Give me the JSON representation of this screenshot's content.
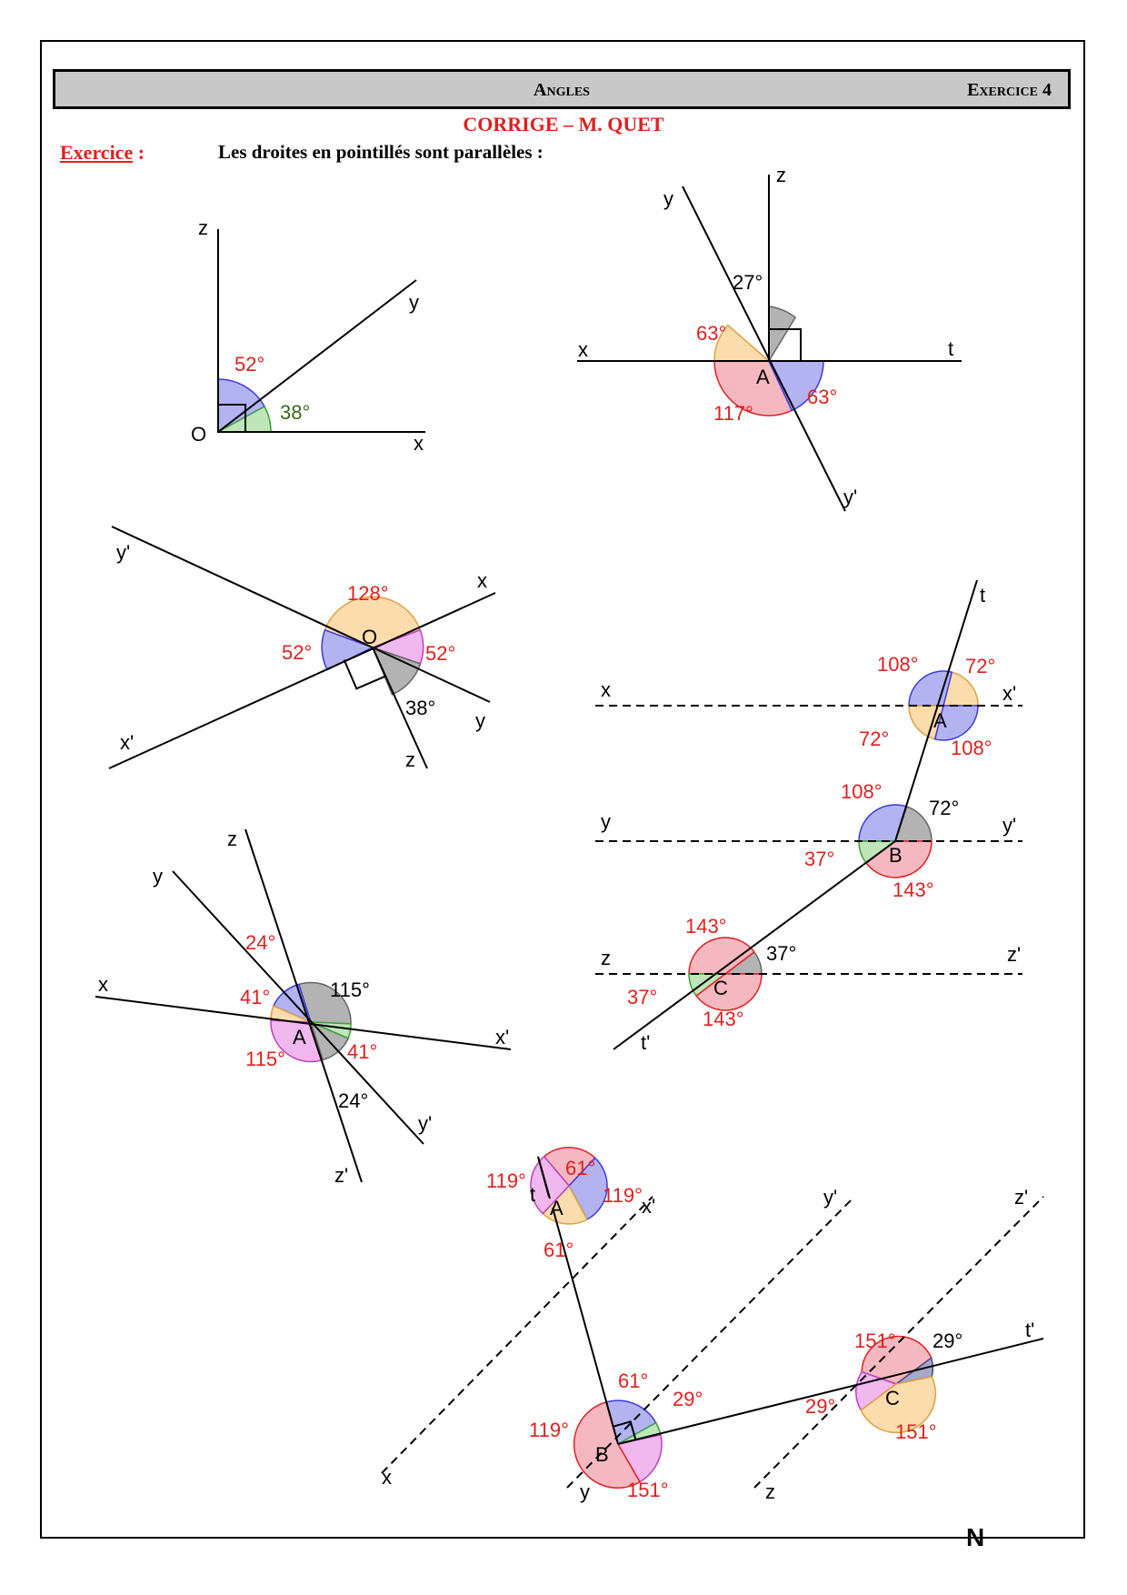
{
  "header": {
    "title": "Angles",
    "exercise": "Exercice 4"
  },
  "subtitle": "CORRIGE – M. QUET",
  "exercise_label": "Exercice",
  "exercise_colon": ":",
  "instruction": "Les droites en pointillés sont parallèles :",
  "colors": {
    "red": "#e02020",
    "blue": "#b3b3f2",
    "green": "#bfe6b8",
    "orange": "#fbdcac",
    "pink": "#f6b8c0",
    "violet": "#f0b8ee",
    "gray": "#b3b3b3",
    "darkgreen": "#3a6a1a"
  },
  "fig1": {
    "z": "z",
    "y": "y",
    "x": "x",
    "o": "O",
    "a52": "52°",
    "a38": "38°"
  },
  "fig2": {
    "z": "z",
    "y": "y",
    "x": "x",
    "t": "t",
    "y2": "y'",
    "a": "A",
    "a27": "27°",
    "a63a": "63°",
    "a63b": "63°",
    "a117": "117°"
  },
  "fig3": {
    "y2": "y'",
    "x": "x",
    "x2": "x'",
    "y": "y",
    "z": "z",
    "o": "O",
    "a128": "128°",
    "a52a": "52°",
    "a52b": "52°",
    "a38": "38°"
  },
  "fig4": {
    "t": "t",
    "x": "x",
    "x2": "x'",
    "y": "y",
    "y2": "y'",
    "z": "z",
    "z2": "z'",
    "t2": "t'",
    "a": "A",
    "b": "B",
    "c": "C",
    "a108a": "108°",
    "a72a": "72°",
    "a72b": "72°",
    "a108b": "108°",
    "a108c": "108°",
    "a72c": "72°",
    "a37a": "37°",
    "a143a": "143°",
    "a143b": "143°",
    "a37b": "37°",
    "a37c": "37°",
    "a143c": "143°"
  },
  "fig5": {
    "z": "z",
    "y": "y",
    "x": "x",
    "x2": "x'",
    "y2": "y'",
    "z2": "z'",
    "a": "A",
    "a24a": "24°",
    "a41a": "41°",
    "a115a": "115°",
    "a115b": "115°",
    "a41b": "41°",
    "a24b": "24°"
  },
  "fig6": {
    "t": "t",
    "x2": "x'",
    "y2": "y'",
    "z2": "z'",
    "t2": "t'",
    "x": "x",
    "y": "y",
    "z": "z",
    "a": "A",
    "b": "B",
    "c": "C",
    "a61a": "61°",
    "a119a": "119°",
    "a119b": "119°",
    "a61b": "61°",
    "a61c": "61°",
    "a29a": "29°",
    "a119c": "119°",
    "a151a": "151°",
    "a151b": "151°",
    "a29b": "29°",
    "a29c": "29°",
    "a151c": "151°"
  },
  "page_mark": "N"
}
